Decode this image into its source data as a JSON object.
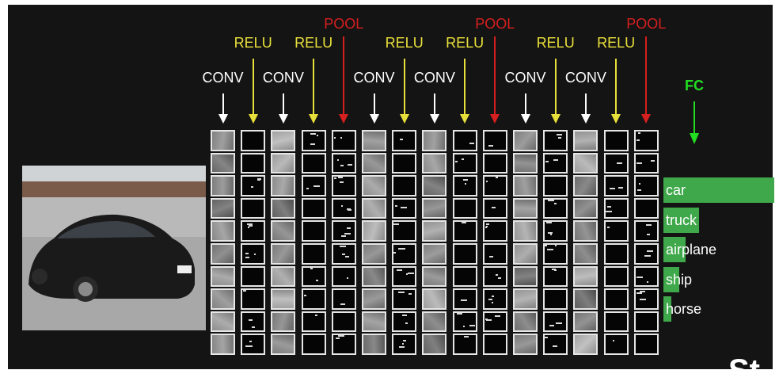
{
  "layers": [
    {
      "type": "CONV",
      "color": "#ffffff",
      "tone": "gray"
    },
    {
      "type": "RELU",
      "color": "#e8e03a",
      "tone": "dark"
    },
    {
      "type": "CONV",
      "color": "#ffffff",
      "tone": "gray"
    },
    {
      "type": "RELU",
      "color": "#e8e03a",
      "tone": "dark"
    },
    {
      "type": "POOL",
      "color": "#d61f1f",
      "tone": "dark"
    },
    {
      "type": "CONV",
      "color": "#ffffff",
      "tone": "gray"
    },
    {
      "type": "RELU",
      "color": "#e8e03a",
      "tone": "dark"
    },
    {
      "type": "CONV",
      "color": "#ffffff",
      "tone": "gray"
    },
    {
      "type": "RELU",
      "color": "#e8e03a",
      "tone": "dark"
    },
    {
      "type": "POOL",
      "color": "#d61f1f",
      "tone": "dark"
    },
    {
      "type": "CONV",
      "color": "#ffffff",
      "tone": "gray"
    },
    {
      "type": "RELU",
      "color": "#e8e03a",
      "tone": "dark"
    },
    {
      "type": "CONV",
      "color": "#ffffff",
      "tone": "gray"
    },
    {
      "type": "RELU",
      "color": "#e8e03a",
      "tone": "dark"
    },
    {
      "type": "POOL",
      "color": "#d61f1f",
      "tone": "dark"
    }
  ],
  "fc": {
    "label": "FC",
    "color": "#22dd22"
  },
  "classes": [
    {
      "label": "car",
      "score": 1.0
    },
    {
      "label": "truck",
      "score": 0.32
    },
    {
      "label": "airplane",
      "score": 0.2
    },
    {
      "label": "ship",
      "score": 0.14
    },
    {
      "label": "horse",
      "score": 0.07
    }
  ],
  "bar_color": "#3fa84a",
  "watermark": "St"
}
